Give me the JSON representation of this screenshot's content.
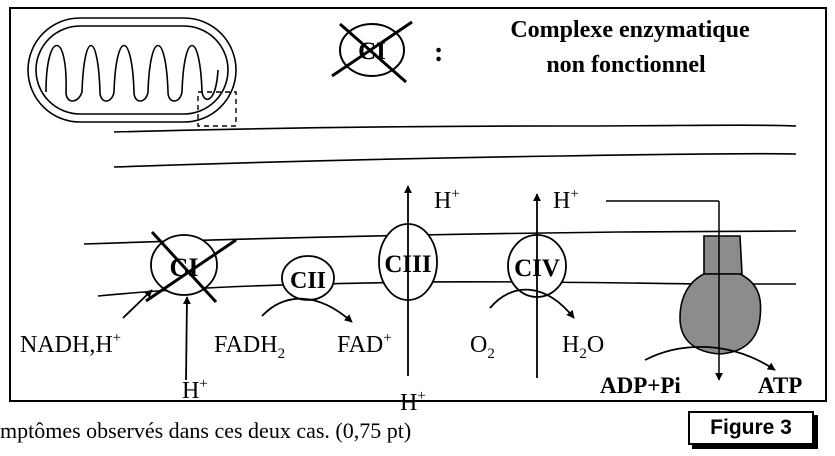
{
  "legend": {
    "symbol_label": "CI",
    "colon": ":",
    "line1": "Complexe enzymatique",
    "line2": "non fonctionnel"
  },
  "complexes": {
    "ci": "CI",
    "cii": "CII",
    "ciii": "CIII",
    "civ": "CIV"
  },
  "labels": {
    "nadh": "NADH,H",
    "fadh2_base": "FADH",
    "fad_base": "FAD",
    "o2_base": "O",
    "h2o_h": "H",
    "h2o_o": "O",
    "sub2": "2",
    "plus": "+",
    "h": "H",
    "adp_pi": "ADP+Pi",
    "atp": "ATP"
  },
  "footer": {
    "text": "mptômes observés dans ces deux cas.   (0,75 pt)",
    "figure_label": "Figure 3"
  }
}
